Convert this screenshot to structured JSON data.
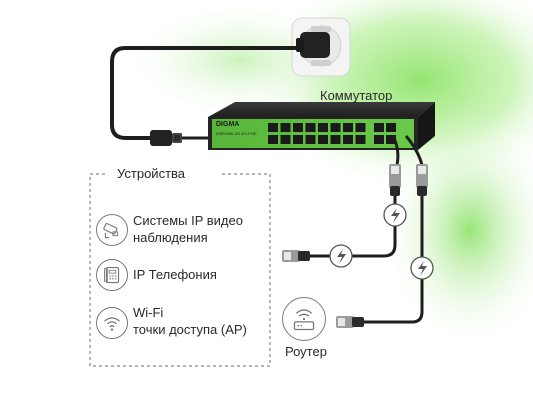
{
  "labels": {
    "switch": "Коммутатор",
    "devices_title": "Устройства",
    "cameras_line1": "Системы IP видео",
    "cameras_line2": "наблюдения",
    "phones": "IP Телефония",
    "wifi_line1": "Wi-Fi",
    "wifi_line2": "точки доступа (AP)",
    "router": "Роутер"
  },
  "switch_branding": {
    "brand": "DIGMA",
    "model": "DSP208S-2G-EX-POE"
  },
  "icons": {
    "camera": "cctv-camera-icon",
    "phone": "ip-phone-icon",
    "wifi": "wifi-icon",
    "router": "router-icon",
    "outlet": "power-outlet-icon",
    "plug": "power-plug-icon",
    "connector": "rj45-connector-icon",
    "poe": "lightning-icon"
  },
  "colors": {
    "accent_green": "#7ed957",
    "switch_body": "#2b2b2b",
    "switch_face": "#5fbf3a",
    "cable": "#1e1e1e",
    "text": "#2a2a2a",
    "dashed_border": "#6d6d6d"
  }
}
